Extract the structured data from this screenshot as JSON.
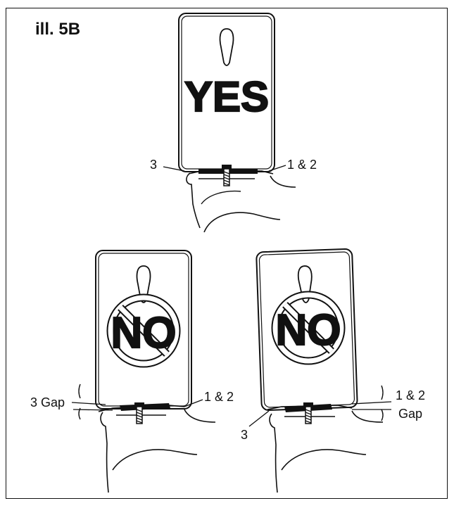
{
  "title": "ill. 5B",
  "panels": {
    "top": {
      "word": "YES",
      "label_left": "3",
      "label_right": "1 & 2"
    },
    "bottom_left": {
      "word": "NO",
      "label_left": "3 Gap",
      "label_right": "1 & 2"
    },
    "bottom_right": {
      "word": "NO",
      "label_bottom": "3",
      "label_right_line1": "1 & 2",
      "label_right_line2": "Gap"
    }
  }
}
